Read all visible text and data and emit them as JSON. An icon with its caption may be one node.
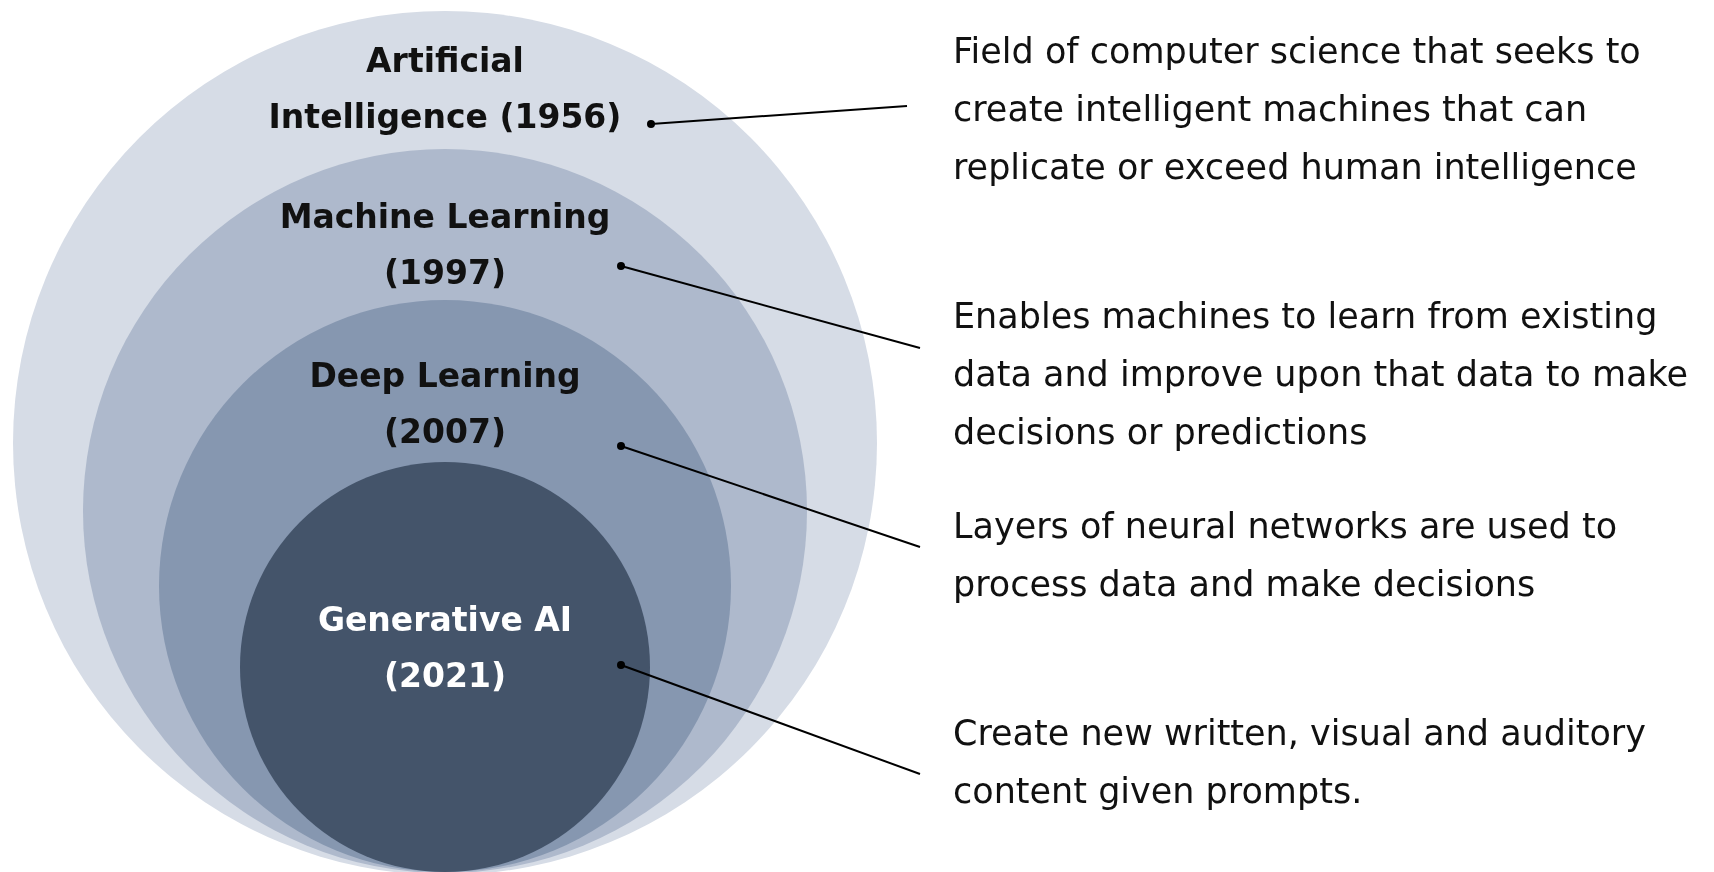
{
  "diagram": {
    "nodes": [
      {
        "text": [
          "Artificial Intelligence (1956)"
        ]
      },
      {
        "text": [
          "Machine Learning (1997)"
        ],
        "in": 0
      },
      {
        "text": [
          "Deep Learning (2007)"
        ],
        "in": 1
      },
      {
        "text": [
          "Generative AI (2021)"
        ],
        "in": 2
      },
      {
        "text": [
          "Field of computer science that seeks to create intelligent machines that can replicate or exceed human intelligence"
        ]
      },
      {
        "text": [
          "Enables machines to learn from existing data and improve upon that data to make decisions or predictions"
        ]
      },
      {
        "text": [
          "Layers of neural networks are used to process data and make decisions"
        ]
      },
      {
        "text": [
          "Create new written, visual and auditory content given prompts."
        ]
      }
    ],
    "edges": [
      {
        "from": 4,
        "to": 0,
        "arrow": "other"
      },
      {
        "from": 5,
        "to": 1,
        "arrow": "other"
      },
      {
        "from": 6,
        "to": 2,
        "arrow": "other"
      },
      {
        "from": 7,
        "to": 3,
        "arrow": "other"
      }
    ]
  }
}
